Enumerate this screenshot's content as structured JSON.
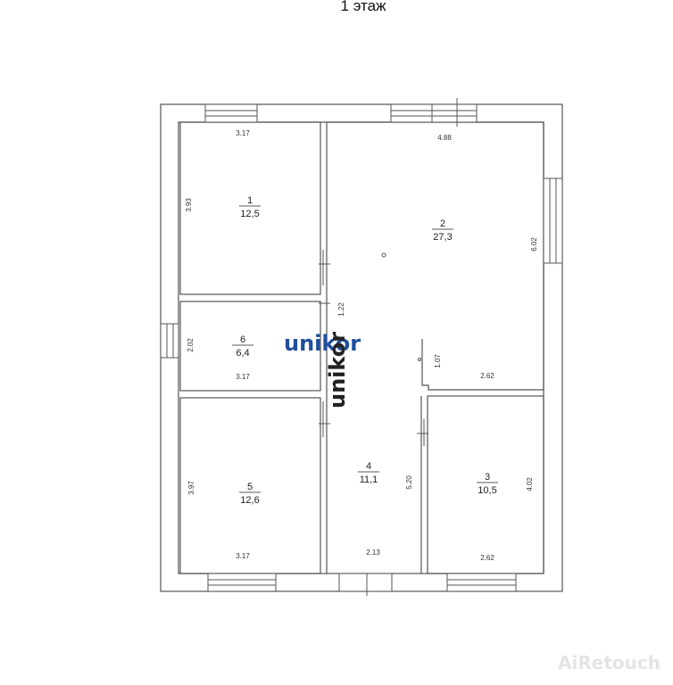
{
  "title": "1 этаж",
  "rooms": [
    {
      "number": "1",
      "area": "12,5"
    },
    {
      "number": "2",
      "area": "27,3"
    },
    {
      "number": "3",
      "area": "10,5"
    },
    {
      "number": "4",
      "area": "11,1"
    },
    {
      "number": "5",
      "area": "12,6"
    },
    {
      "number": "6",
      "area": "6,4"
    }
  ],
  "dimensions": {
    "r1_width": "3.17",
    "r1_height": "3.93",
    "r2_width": "4.88",
    "r2_height": "6.02",
    "r6_height": "2.02",
    "r6_width": "3.17",
    "corridor": "1.22",
    "wall_stub": "1.07",
    "r2_bottom": "2.62",
    "r4_height": "5.20",
    "r3_height": "4.02",
    "r3_width": "2.62",
    "r4_width": "2.13",
    "r5_height": "3.97",
    "r5_width": "3.17"
  },
  "watermarks": {
    "logo_horizontal": "unikor",
    "logo_vertical": "unikor",
    "corner": "AiRetouch"
  },
  "colors": {
    "wall_stroke": "#555555",
    "logo_blue": "#1e4f9c",
    "logo_dark": "#222222"
  }
}
